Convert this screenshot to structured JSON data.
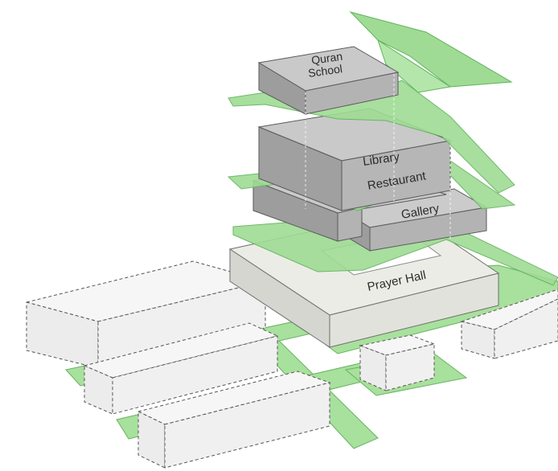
{
  "labels": {
    "quran_school_line1": "Quran",
    "quran_school_line2": "School",
    "library": "Library",
    "restaurant": "Restaurant",
    "gallery": "Gallery",
    "prayer_hall": "Prayer Hall"
  },
  "colors": {
    "green_plane": "#9fdb94",
    "green_edge": "#5fb35a",
    "box_dark_top": "#c9c9c9",
    "box_dark_left": "#9d9d9d",
    "box_dark_right": "#b3b3b3",
    "box_light_top": "#ecece6",
    "box_light_left": "#d6d6d0",
    "box_light_right": "#e2e2dc",
    "ghost_fill": "#f2f2f2",
    "ghost_edge": "#555555"
  }
}
